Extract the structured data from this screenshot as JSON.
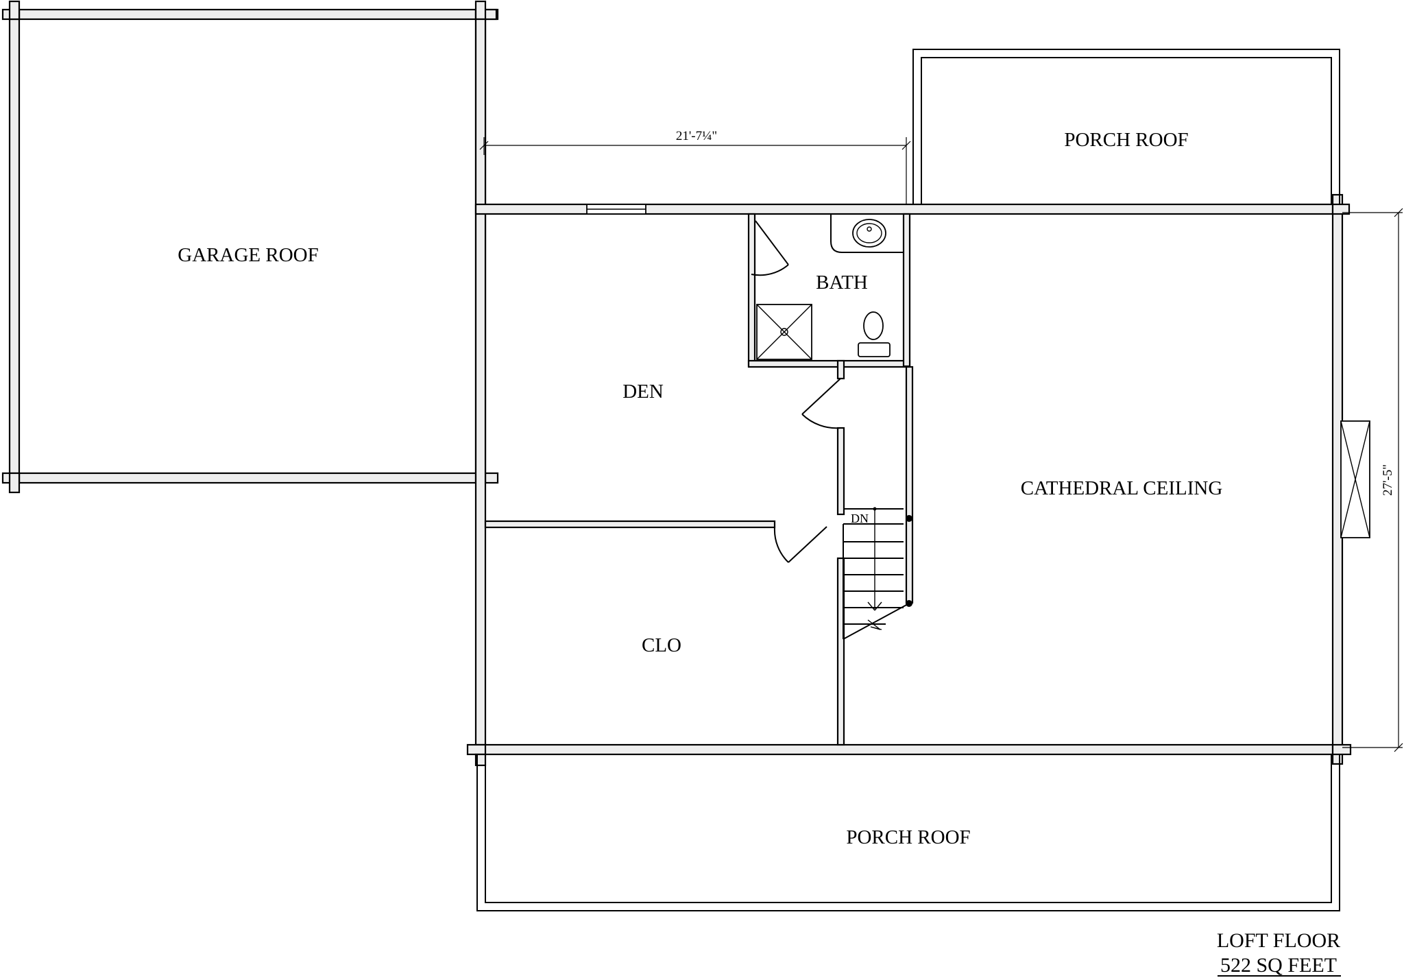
{
  "rooms": {
    "garage_roof": "GARAGE ROOF",
    "porch_roof_top": "PORCH ROOF",
    "bath": "BATH",
    "den": "DEN",
    "cathedral_ceiling": "CATHEDRAL CEILING",
    "clo": "CLO",
    "porch_roof_bottom": "PORCH ROOF"
  },
  "stairs": {
    "label": "DN"
  },
  "dimensions": {
    "width": "21'-7¼\"",
    "depth": "27'-5\""
  },
  "footer": {
    "floor_name": "LOFT FLOOR",
    "area": "522 SQ FEET"
  }
}
